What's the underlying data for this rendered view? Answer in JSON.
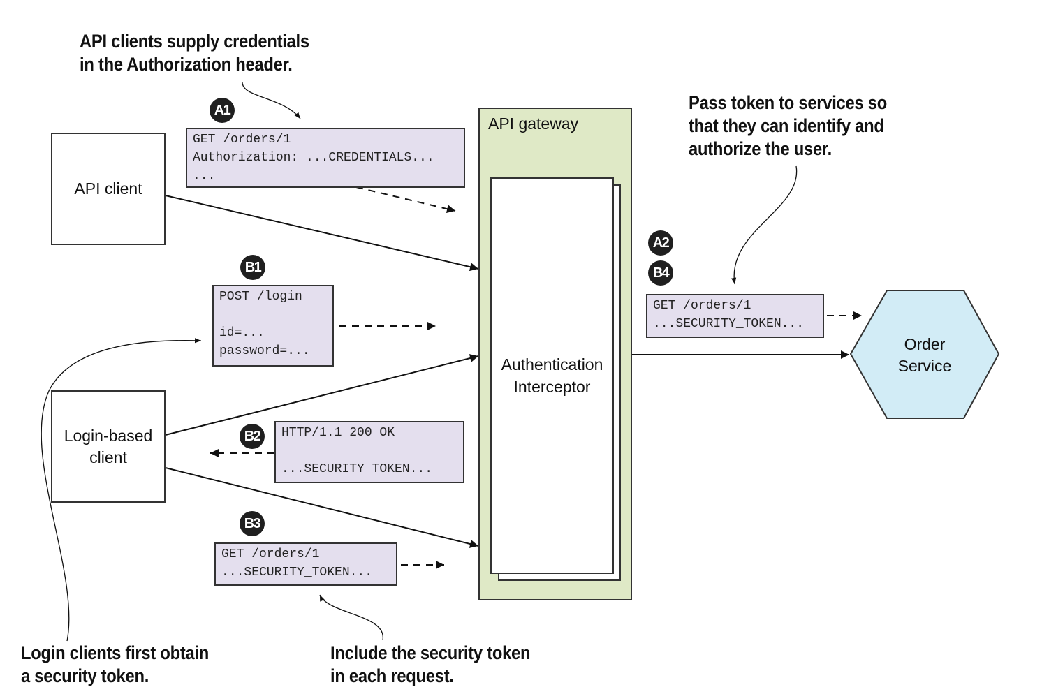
{
  "callouts": {
    "api_clients": [
      "API clients supply credentials",
      "in the Authorization header."
    ],
    "pass_token": [
      "Pass token to services so",
      "that they can identify and",
      "authorize the user."
    ],
    "login_clients": [
      "Login clients first obtain",
      "a security token."
    ],
    "include_token": [
      "Include the security token",
      "in each request."
    ]
  },
  "boxes": {
    "api_client": "API client",
    "login_client": [
      "Login-based",
      "client"
    ]
  },
  "gateway": {
    "label": "API gateway",
    "interceptor": [
      "Authentication",
      "Interceptor"
    ]
  },
  "service": [
    "Order",
    "Service"
  ],
  "badges": {
    "a1": "A1",
    "a2": "A2",
    "b1": "B1",
    "b2": "B2",
    "b3": "B3",
    "b4": "B4"
  },
  "messages": {
    "a1": [
      "GET /orders/1",
      "Authorization: ...CREDENTIALS...",
      "..."
    ],
    "b1": [
      "POST /login",
      "",
      "id=...",
      "password=..."
    ],
    "b2": [
      "HTTP/1.1 200 OK",
      "",
      "...SECURITY_TOKEN..."
    ],
    "b3": [
      "GET /orders/1",
      "...SECURITY_TOKEN..."
    ],
    "a2b4": [
      "GET /orders/1",
      "...SECURITY_TOKEN..."
    ]
  },
  "colors": {
    "gateway_fill": "#dfe9c6",
    "message_fill": "#e4dfee",
    "service_fill": "#d2ecf6",
    "badge_fill": "#1f1f1f"
  }
}
